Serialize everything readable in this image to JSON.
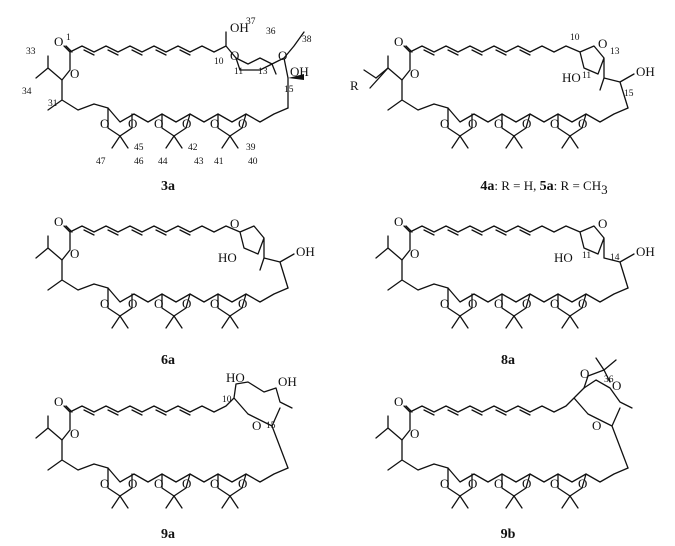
{
  "atoms": {
    "O": "O",
    "OH": "OH",
    "HO": "HO",
    "R": "R"
  },
  "compounds": [
    {
      "id": "3a",
      "label": "3a",
      "numbers": [
        "1",
        "10",
        "11",
        "13",
        "15",
        "31",
        "33",
        "34",
        "36",
        "37",
        "38",
        "39",
        "40",
        "41",
        "42",
        "43",
        "44",
        "45",
        "46",
        "47"
      ]
    },
    {
      "id": "4a",
      "label_bold_1": "4a",
      "label_text_1": ": R = H, ",
      "label_bold_2": "5a",
      "label_text_2": ": R = CH",
      "label_sub": "3",
      "numbers": [
        "10",
        "11",
        "13",
        "15"
      ]
    },
    {
      "id": "6a",
      "label": "6a"
    },
    {
      "id": "8a",
      "label": "8a",
      "numbers": [
        "11",
        "14"
      ]
    },
    {
      "id": "9a",
      "label": "9a",
      "numbers": [
        "10",
        "15"
      ]
    },
    {
      "id": "9b",
      "label": "9b",
      "numbers": [
        "36"
      ]
    }
  ]
}
